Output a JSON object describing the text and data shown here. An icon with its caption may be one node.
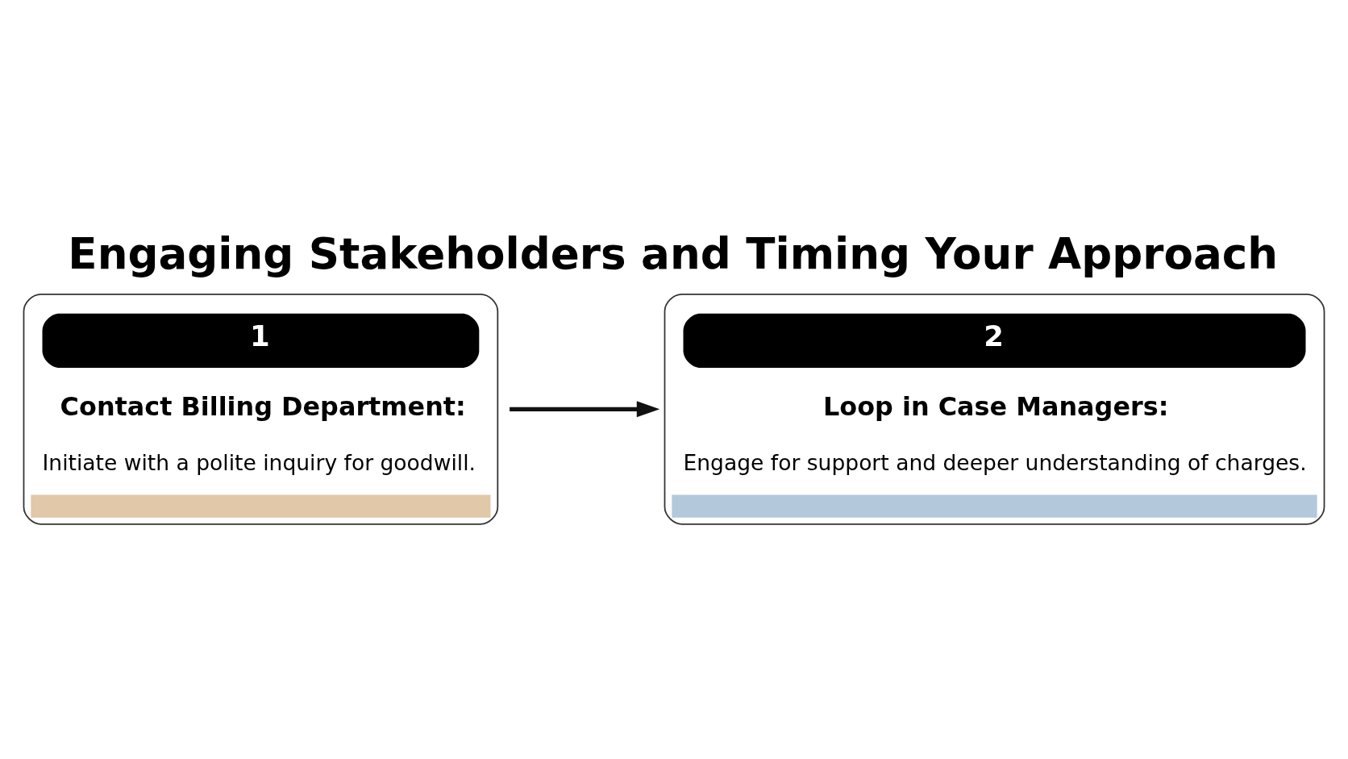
{
  "diagram": {
    "title": "Engaging Stakeholders and Timing Your Approach",
    "nodes": [
      {
        "text": [
          "1",
          "Contact Billing Department:",
          "Initiate with a polite inquiry for goodwill."
        ]
      },
      {
        "text": [
          "2",
          "Loop in Case Managers:",
          "Engage for support and deeper understanding of charges."
        ]
      }
    ],
    "edges": [
      {
        "from": 0,
        "to": 1,
        "arrow": "to"
      }
    ]
  }
}
